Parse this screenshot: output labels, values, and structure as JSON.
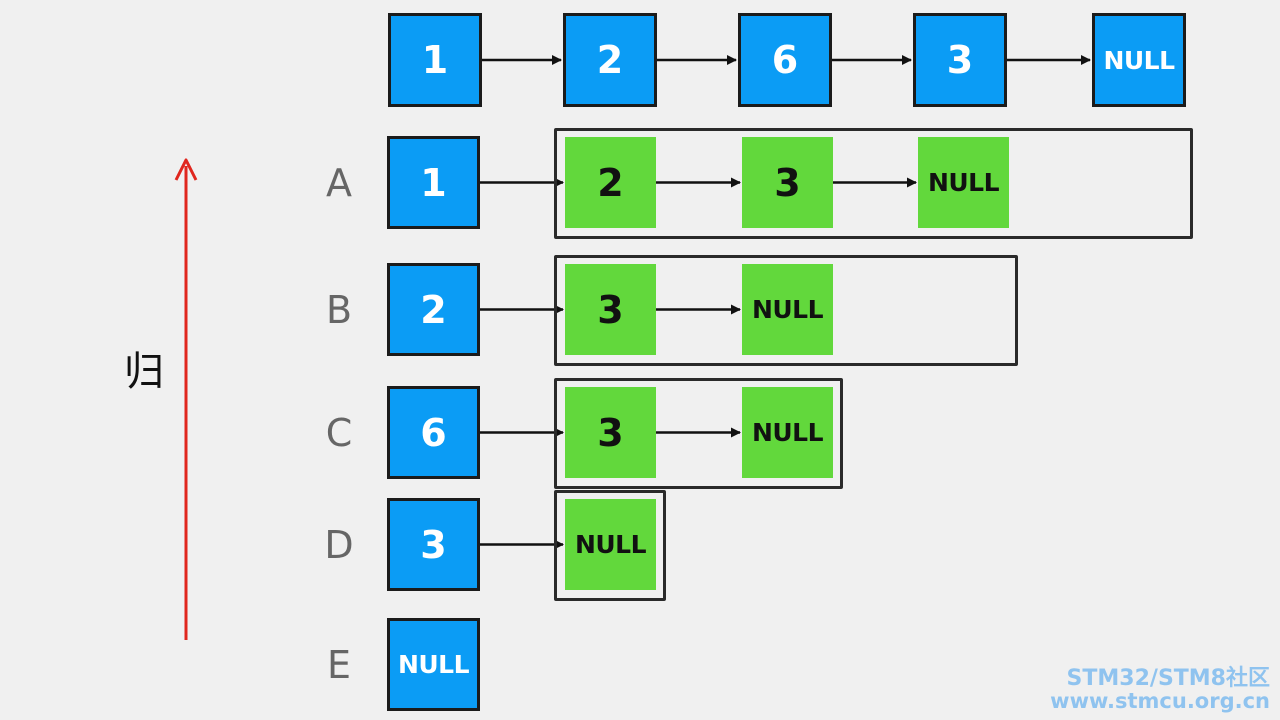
{
  "side_label": "归",
  "colors": {
    "blue_node": "#0b9cf5",
    "green_node": "#62d83c",
    "recursion_arrow": "#e0261e",
    "watermark": "#8fc3ef"
  },
  "top_list": [
    "1",
    "2",
    "6",
    "3",
    "NULL"
  ],
  "rows": [
    {
      "label": "A",
      "head": "1",
      "rest": [
        "2",
        "3",
        "NULL"
      ]
    },
    {
      "label": "B",
      "head": "2",
      "rest": [
        "3",
        "NULL"
      ]
    },
    {
      "label": "C",
      "head": "6",
      "rest": [
        "3",
        "NULL"
      ]
    },
    {
      "label": "D",
      "head": "3",
      "rest": [
        "NULL"
      ]
    },
    {
      "label": "E",
      "head": "NULL",
      "rest": []
    }
  ],
  "watermark": {
    "line1": "STM32/STM8社区",
    "line2": "www.stmcu.org.cn"
  }
}
